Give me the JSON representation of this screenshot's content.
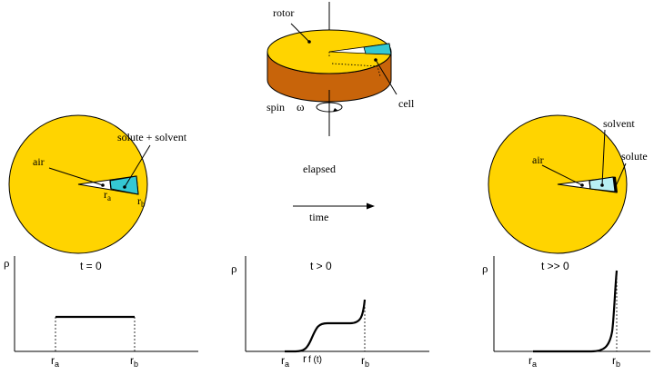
{
  "rotor": {
    "label_rotor": "rotor",
    "label_cell": "cell",
    "label_spin": "spin",
    "label_omega": "ω"
  },
  "left_disk": {
    "label_air": "air",
    "label_mixture": "solute + solvent",
    "label_ra": "r",
    "label_ra_sub": "a",
    "label_rb": "r",
    "label_rb_sub": "b"
  },
  "right_disk": {
    "label_air": "air",
    "label_solvent": "solvent",
    "label_solute": "solute"
  },
  "arrow": {
    "label_top": "elapsed",
    "label_bottom": "time"
  },
  "plots": [
    {
      "ylabel": "ρ",
      "title": "t = 0",
      "ticks": [
        {
          "main": "r",
          "sub": "a"
        },
        {
          "main": "r",
          "sub": "b"
        }
      ]
    },
    {
      "ylabel": "ρ",
      "title": "t > 0",
      "ticks": [
        {
          "main": "r",
          "sub": "a"
        },
        {
          "main": "r",
          "sub": "f (t)"
        },
        {
          "main": "r",
          "sub": "b"
        }
      ]
    },
    {
      "ylabel": "ρ",
      "title": "t >> 0",
      "ticks": [
        {
          "main": "r",
          "sub": "a"
        },
        {
          "main": "r",
          "sub": "b"
        }
      ]
    }
  ],
  "colors": {
    "rotor_top": "#ffd400",
    "rotor_side": "#c8640a",
    "cell_fill": "#35c8d2",
    "cell_light": "#b8f0f4",
    "air": "#ffffff",
    "line": "#000000"
  }
}
